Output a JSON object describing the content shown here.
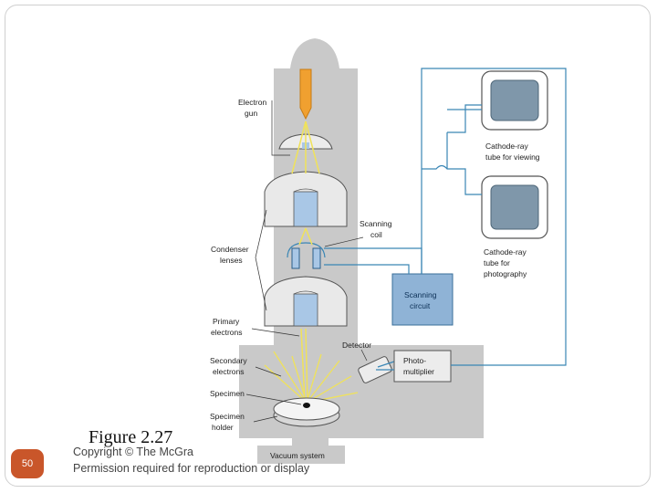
{
  "figure": {
    "title": "Figure 2.27",
    "copyright": "Copyright © The McGra",
    "permission": "Permission required for reproduction or display",
    "page_number": "50"
  },
  "labels": {
    "electron_gun": [
      "Electron",
      "gun"
    ],
    "condenser_lenses": [
      "Condenser",
      "lenses"
    ],
    "primary_electrons": [
      "Primary",
      "electrons"
    ],
    "secondary_electrons": [
      "Secondary",
      "electrons"
    ],
    "specimen": "Specimen",
    "specimen_holder": [
      "Specimen",
      "holder"
    ],
    "vacuum_system": "Vacuum system",
    "scanning_coil": [
      "Scanning",
      "coil"
    ],
    "detector": "Detector",
    "photomultiplier": [
      "Photo-",
      "multiplier"
    ],
    "scanning_circuit": [
      "Scanning",
      "circuit"
    ],
    "crt_viewing": [
      "Cathode-ray",
      "tube for viewing"
    ],
    "crt_photography": [
      "Cathode-ray",
      "tube for",
      "photography"
    ]
  },
  "colors": {
    "column": "#c9c9c9",
    "lens": "#e9e9e9",
    "lens_bore": "#a9c7e6",
    "wire": "#3a86b5",
    "circuit_box": "#8fb3d6",
    "beam": "#f0e25a",
    "gun": "#f0a030",
    "badge": "#c9562a"
  }
}
